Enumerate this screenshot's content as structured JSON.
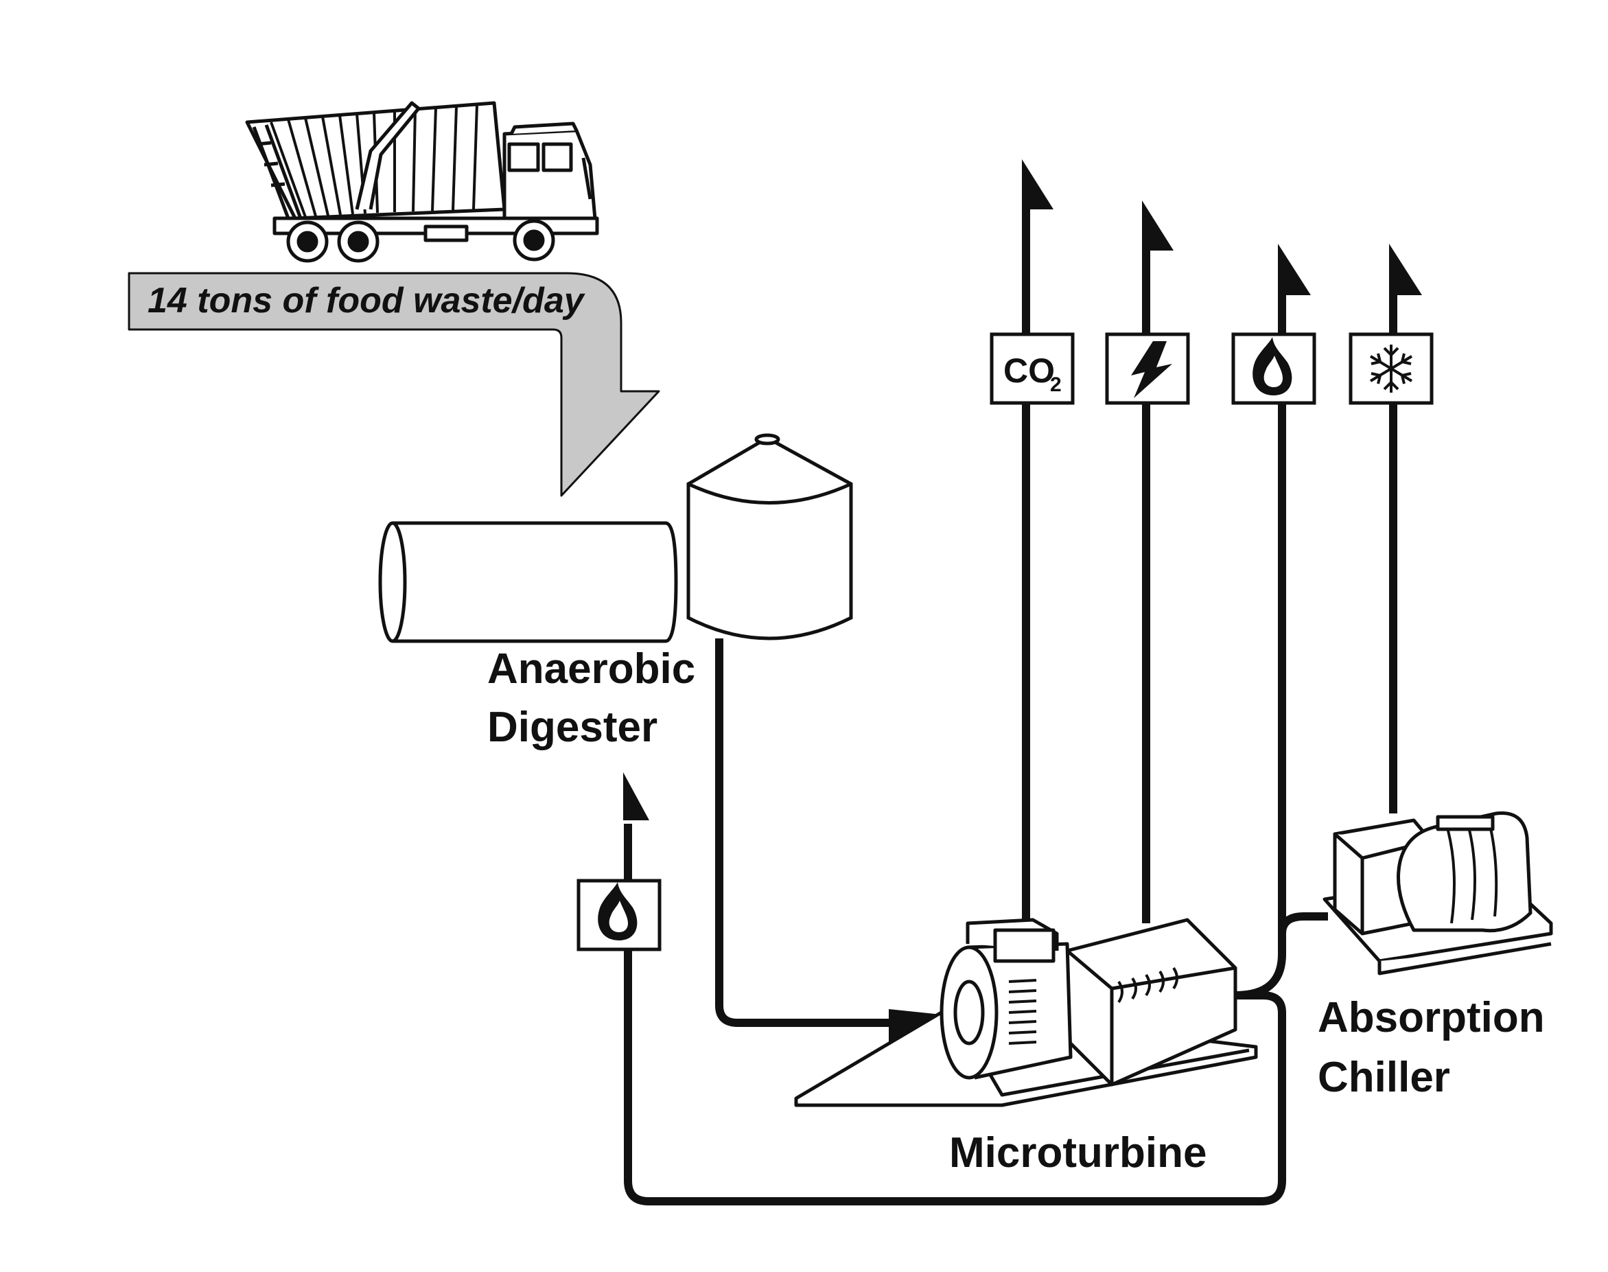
{
  "banner": {
    "text": "14 tons of food waste/day"
  },
  "labels": {
    "digester_line1": "Anaerobic",
    "digester_line2": "Digester",
    "microturbine": "Microturbine",
    "chiller_line1": "Absorption",
    "chiller_line2": "Chiller"
  },
  "outputs": {
    "co2_main": "CO",
    "co2_sub": "2"
  },
  "icons": [
    "truck-icon",
    "co2-icon",
    "lightning-icon",
    "flame-icon",
    "snowflake-icon",
    "flame-icon-return"
  ],
  "colors": {
    "line": "#111111",
    "banner_fill": "#c8c8c8",
    "background": "#ffffff"
  }
}
